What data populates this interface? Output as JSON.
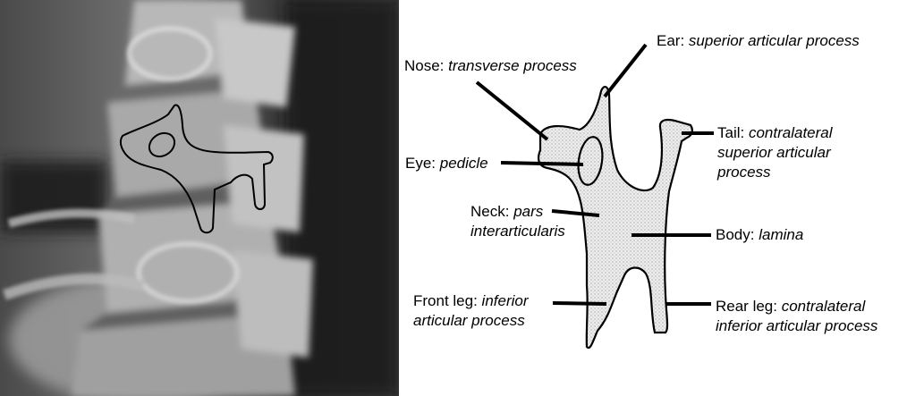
{
  "xray": {
    "description_icon": "lumbar-spine-oblique-xray",
    "outline_shape": "scottie-dog-outline"
  },
  "labels": {
    "ear": {
      "term": "Ear:",
      "structure": "superior articular process"
    },
    "nose": {
      "term": "Nose:",
      "structure": "transverse process"
    },
    "tail": {
      "term": "Tail:",
      "structure_line1": "contralateral",
      "structure_line2": "superior articular",
      "structure_line3": "process"
    },
    "eye": {
      "term": "Eye:",
      "structure": "pedicle"
    },
    "neck": {
      "term": "Neck:",
      "structure_line1": "pars",
      "structure_line2": "interarticularis"
    },
    "body": {
      "term": "Body:",
      "structure": "lamina"
    },
    "front_leg": {
      "term": "Front leg:",
      "structure_line1": "inferior",
      "structure_line2": "articular process"
    },
    "rear_leg": {
      "term": "Rear leg:",
      "structure_line1": "contralateral",
      "structure_line2": "inferior articular process"
    }
  },
  "colors": {
    "background": "#ffffff",
    "ink": "#000000",
    "dog_fill": "#e6e6e6"
  }
}
